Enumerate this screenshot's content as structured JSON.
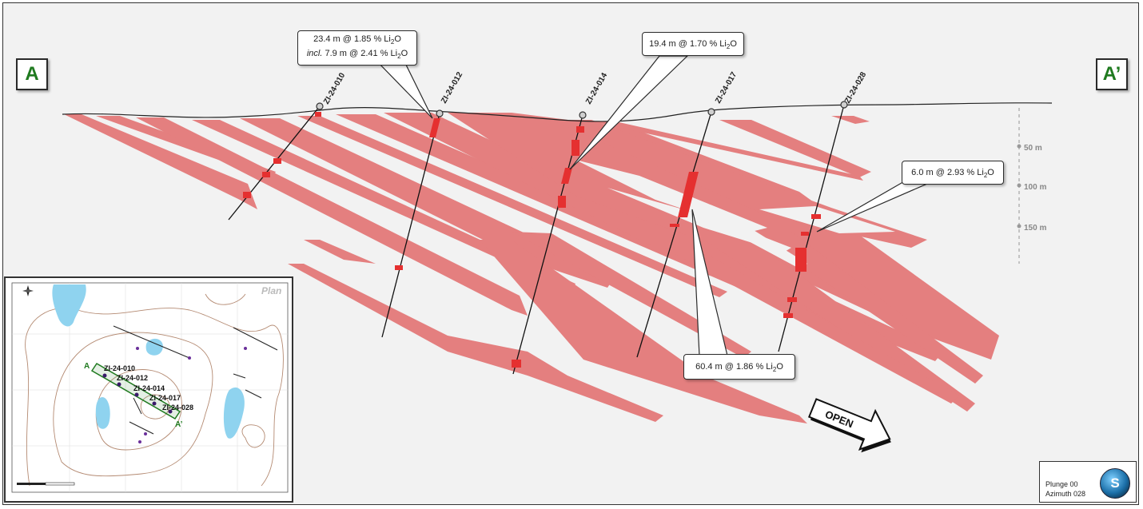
{
  "section": {
    "start_label": "A",
    "end_label": "A’",
    "holes": [
      {
        "id": "ZI-24-010"
      },
      {
        "id": "ZI-24-012"
      },
      {
        "id": "ZI-24-014"
      },
      {
        "id": "ZI-24-017"
      },
      {
        "id": "ZI-24-028"
      }
    ],
    "callouts": {
      "c012_line1": "23.4 m @ 1.85 % Li",
      "c012_line2_prefix": "incl.",
      "c012_line2": " 7.9 m @ 2.41 % Li",
      "c014": "19.4 m @ 1.70 % Li",
      "c017": "60.4 m @ 1.86 % Li",
      "c028": "6.0 m @ 2.93 % Li",
      "oxide_sub": "2",
      "oxide_o": "O"
    },
    "depth_scale": [
      "50 m",
      "100 m",
      "150 m"
    ],
    "open_label": "OPEN"
  },
  "inset": {
    "title": "Plan",
    "hole_labels": [
      "ZI-24-010",
      "ZI-24-012",
      "ZI-24-014",
      "ZI-24-017",
      "ZI-24-028"
    ],
    "start_label": "A",
    "end_label": "A’"
  },
  "view": {
    "plunge": "Plunge 00",
    "azimuth": "Azimuth 028",
    "logo_letter": "S"
  },
  "colors": {
    "pegmatite": "#e47f7f",
    "intercept": "#e53030",
    "green": "#1f7a1f",
    "water": "#8fd3ef",
    "contour": "#b48a72"
  }
}
